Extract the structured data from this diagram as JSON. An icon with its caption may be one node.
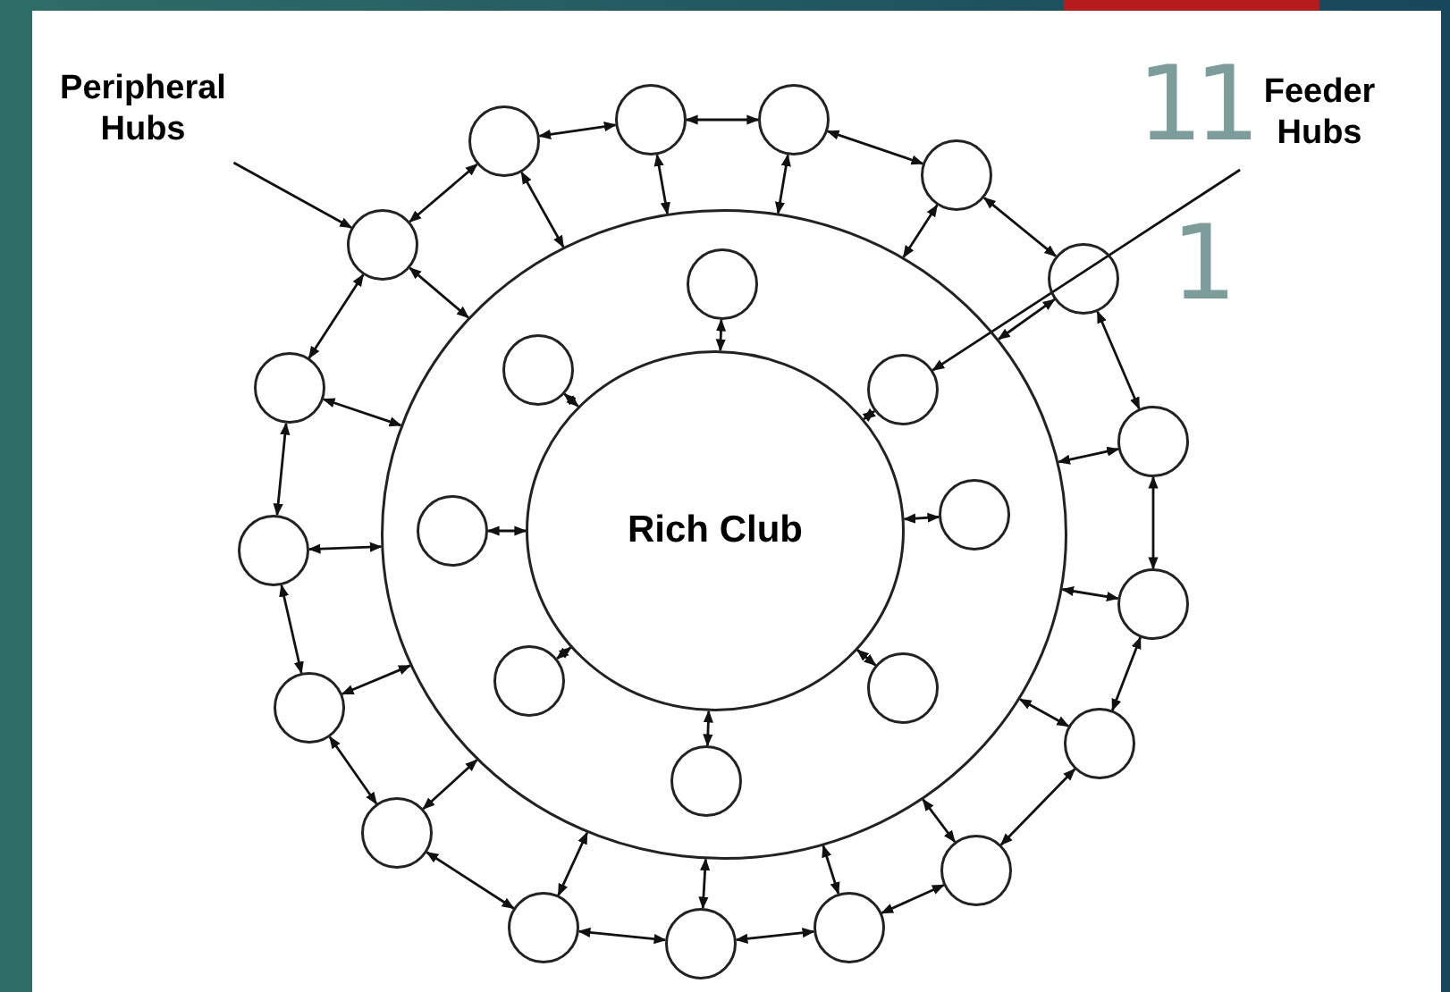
{
  "diagram": {
    "nodes": [
      {
        "text": [
          "Peripheral Hubs"
        ]
      },
      {
        "text": [
          "Feeder Hubs"
        ]
      },
      {
        "text": [],
        "shape": "circle"
      },
      {
        "text": [
          "Rich Club"
        ],
        "in": 2
      },
      {
        "text": [],
        "shape": "circle",
        "in": 2
      },
      {
        "text": [],
        "shape": "circle",
        "in": 2
      },
      {
        "text": [],
        "shape": "circle",
        "in": 2
      },
      {
        "text": [],
        "shape": "circle",
        "in": 2
      },
      {
        "text": [],
        "shape": "circle",
        "in": 2
      },
      {
        "text": [],
        "shape": "circle",
        "in": 2
      },
      {
        "text": [],
        "shape": "circle",
        "in": 2
      },
      {
        "text": [],
        "shape": "circle",
        "in": 2
      },
      {
        "text": [],
        "shape": "circle"
      },
      {
        "text": [],
        "shape": "circle"
      },
      {
        "text": [],
        "shape": "circle"
      },
      {
        "text": [],
        "shape": "circle"
      },
      {
        "text": [],
        "shape": "circle"
      },
      {
        "text": [],
        "shape": "circle"
      },
      {
        "text": [],
        "shape": "circle"
      },
      {
        "text": [],
        "shape": "circle"
      },
      {
        "text": [],
        "shape": "circle"
      },
      {
        "text": [],
        "shape": "circle"
      },
      {
        "text": [],
        "shape": "circle"
      },
      {
        "text": [],
        "shape": "circle"
      },
      {
        "text": [],
        "shape": "circle"
      },
      {
        "text": [],
        "shape": "circle"
      },
      {
        "text": [],
        "shape": "circle"
      },
      {
        "text": [],
        "shape": "circle"
      },
      {
        "text": [],
        "shape": "circle"
      }
    ],
    "edges": [
      {
        "from": 0,
        "to": 12,
        "arrow": "to"
      },
      {
        "from": 1,
        "to": 5,
        "arrow": "to"
      },
      {
        "from": 12,
        "to": 13,
        "arrow": "both"
      },
      {
        "from": 13,
        "to": 14,
        "arrow": "both"
      },
      {
        "from": 14,
        "to": 15,
        "arrow": "both"
      },
      {
        "from": 15,
        "to": 16,
        "arrow": "both"
      },
      {
        "from": 16,
        "to": 17,
        "arrow": "both"
      },
      {
        "from": 17,
        "to": 18,
        "arrow": "both"
      },
      {
        "from": 18,
        "to": 19,
        "arrow": "both"
      },
      {
        "from": 19,
        "to": 20,
        "arrow": "both"
      },
      {
        "from": 20,
        "to": 21,
        "arrow": "both"
      },
      {
        "from": 21,
        "to": 22,
        "arrow": "both"
      },
      {
        "from": 22,
        "to": 23,
        "arrow": "both"
      },
      {
        "from": 23,
        "to": 24,
        "arrow": "both"
      },
      {
        "from": 24,
        "to": 25,
        "arrow": "both"
      },
      {
        "from": 25,
        "to": 26,
        "arrow": "both"
      },
      {
        "from": 26,
        "to": 27,
        "arrow": "both"
      },
      {
        "from": 27,
        "to": 28,
        "arrow": "both"
      },
      {
        "from": 28,
        "to": 12,
        "arrow": "both"
      },
      {
        "from": 12,
        "to": 2,
        "arrow": "both"
      },
      {
        "from": 13,
        "to": 2,
        "arrow": "both"
      },
      {
        "from": 14,
        "to": 2,
        "arrow": "both"
      },
      {
        "from": 15,
        "to": 2,
        "arrow": "both"
      },
      {
        "from": 16,
        "to": 2,
        "arrow": "both"
      },
      {
        "from": 17,
        "to": 2,
        "arrow": "both"
      },
      {
        "from": 18,
        "to": 2,
        "arrow": "both"
      },
      {
        "from": 19,
        "to": 2,
        "arrow": "both"
      },
      {
        "from": 20,
        "to": 2,
        "arrow": "both"
      },
      {
        "from": 21,
        "to": 2,
        "arrow": "both"
      },
      {
        "from": 22,
        "to": 2,
        "arrow": "both"
      },
      {
        "from": 23,
        "to": 2,
        "arrow": "both"
      },
      {
        "from": 24,
        "to": 2,
        "arrow": "both"
      },
      {
        "from": 25,
        "to": 2,
        "arrow": "both"
      },
      {
        "from": 26,
        "to": 2,
        "arrow": "both"
      },
      {
        "from": 27,
        "to": 2,
        "arrow": "both"
      },
      {
        "from": 28,
        "to": 2,
        "arrow": "both"
      },
      {
        "from": 4,
        "to": 3,
        "arrow": "both"
      },
      {
        "from": 5,
        "to": 3,
        "arrow": "both"
      },
      {
        "from": 6,
        "to": 3,
        "arrow": "both"
      },
      {
        "from": 7,
        "to": 3,
        "arrow": "both"
      },
      {
        "from": 8,
        "to": 3,
        "arrow": "both"
      },
      {
        "from": 9,
        "to": 3,
        "arrow": "both"
      },
      {
        "from": 10,
        "to": 3,
        "arrow": "both"
      },
      {
        "from": 11,
        "to": 3,
        "arrow": "both"
      }
    ],
    "labels": [
      "1",
      "1",
      "1"
    ]
  }
}
